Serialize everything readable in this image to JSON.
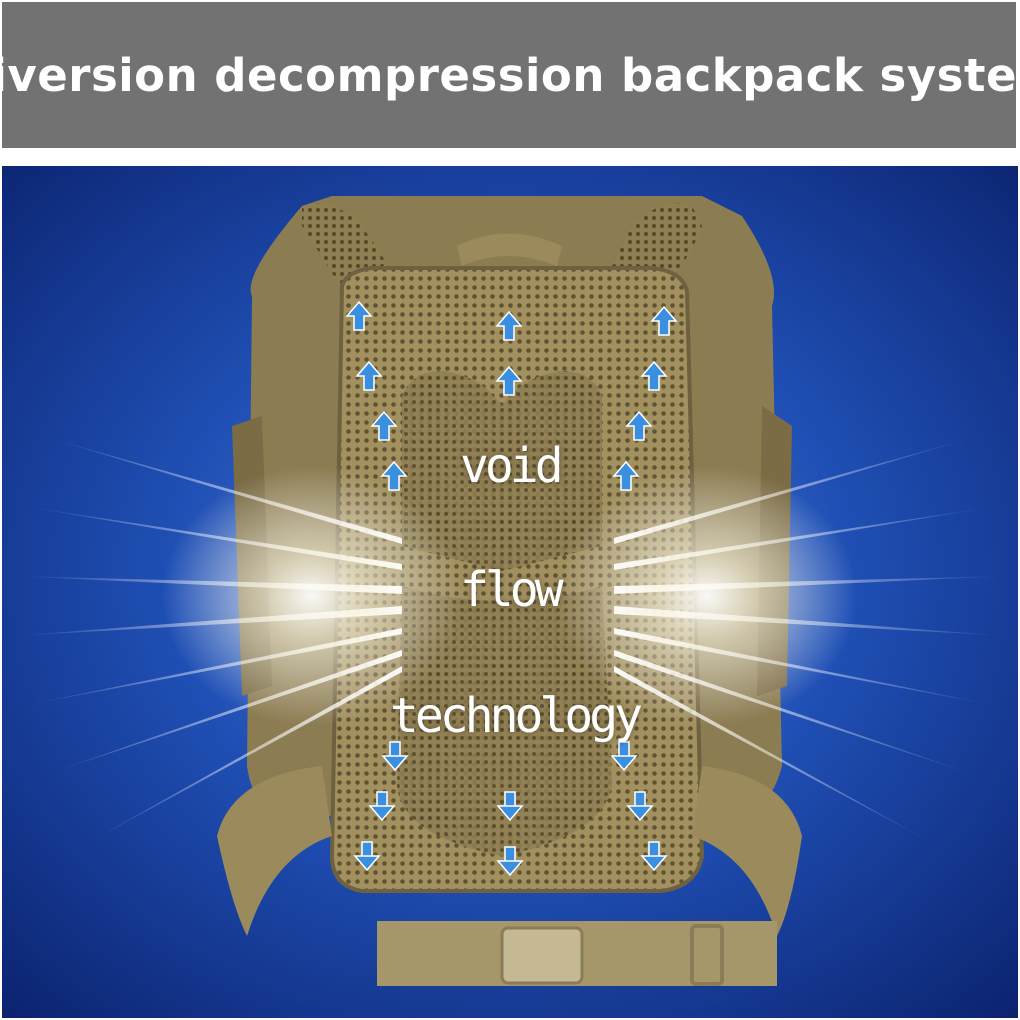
{
  "banner": {
    "title": "Diversion decompression backpack system"
  },
  "labels": {
    "line1": "void",
    "line2": "flow",
    "line3": "technology"
  },
  "colors": {
    "banner_bg": "#727272",
    "background_blue": "#0a2a8a",
    "backpack_tan": "#9b8a5e",
    "mesh_dark": "#6d6040",
    "arrow_blue": "#3a8fe0"
  },
  "icons": {
    "up_arrows": "arrow-up-icon",
    "down_arrows": "arrow-down-icon"
  }
}
